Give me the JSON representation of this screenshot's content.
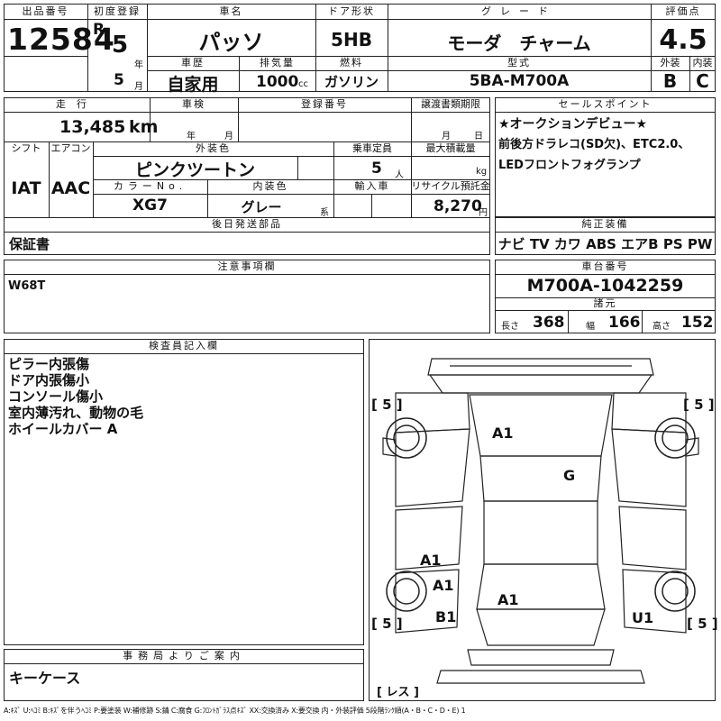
{
  "header": {
    "lot_no_label": "出品番号",
    "lot_no": "12584",
    "first_reg_label": "初度登録",
    "era": "R",
    "year": "5",
    "year_unit": "年",
    "month": "5",
    "month_unit": "月",
    "car_name_label": "車名",
    "car_name": "パッソ",
    "door_label": "ドア形状",
    "door": "5HB",
    "grade_label": "グレード",
    "grade": "モーダ　チャーム",
    "score_label": "評価点",
    "score": "4.5",
    "history_label": "車歴",
    "history": "自家用",
    "displacement_label": "排気量",
    "displacement": "1000",
    "displacement_unit": "cc",
    "fuel_label": "燃料",
    "fuel": "ガソリン",
    "model_label": "型式",
    "model": "5BA-M700A",
    "exterior_label": "外装",
    "exterior": "B",
    "interior_label": "内装",
    "interior": "C"
  },
  "row2": {
    "mileage_label": "走行",
    "mileage": "13,485",
    "mileage_unit": "km",
    "inspection_label": "車検",
    "insp_year_unit": "年",
    "insp_month_unit": "月",
    "regno_label": "登録番号",
    "transfer_label": "譲渡書類期限",
    "transfer_month_unit": "月",
    "transfer_day_unit": "日",
    "shift_label": "シフト",
    "shift": "IAT",
    "ac_label": "エアコン",
    "ac": "AAC",
    "color_label": "外装色",
    "color": "ピンクツートン",
    "seats_label": "乗車定員",
    "seats": "5",
    "seats_unit": "人",
    "maxload_label": "最大積載量",
    "maxload_unit": "kg",
    "colorno_label": "カラーNo.",
    "colorno": "XG7",
    "intcolor_label": "内装色",
    "intcolor": "グレー",
    "intcolor_unit": "系",
    "import_label": "輸入車",
    "recycle_label": "リサイクル預託金",
    "recycle": "8,270",
    "recycle_unit": "円",
    "later_label": "後日発送部品",
    "later": "保証書"
  },
  "sales": {
    "label": "セールスポイント",
    "lines": [
      "★オークションデビュー★",
      "前後方ドラレコ(SD欠)、ETC2.0、",
      "LEDフロントフォグランプ"
    ]
  },
  "equipment": {
    "label": "純正装備",
    "items": "ナビ TV カワ ABS エアB PS PW"
  },
  "notes": {
    "label": "注意事項欄",
    "text": "W68T"
  },
  "chassis": {
    "label": "車台番号",
    "number": "M700A-1042259",
    "dims_label": "諸元",
    "length_label": "長さ",
    "length": "368",
    "width_label": "幅",
    "width": "166",
    "height_label": "高さ",
    "height": "152"
  },
  "inspector": {
    "label": "検査員記入欄",
    "lines": [
      "ピラー内張傷",
      "ドア内張傷小",
      "コンソール傷小",
      "室内薄汚れ、動物の毛",
      "ホイールカバー A"
    ]
  },
  "office": {
    "label": "事務局よりご案内",
    "text": "キーケース"
  },
  "diagram": {
    "tire_fl": "[ 5 ]",
    "tire_fr": "[ 5 ]",
    "tire_rl": "[ 5 ]",
    "tire_rr": "[ 5 ]",
    "spare": "[ レス ]",
    "marks": [
      "A1",
      "G",
      "A1",
      "A1",
      "A1",
      "B1",
      "U1"
    ]
  },
  "legend": "A:ｷｽﾞ U:ﾍｺﾐ B:ｷｽﾞを伴うﾍｺﾐ P:要塗装 W:補修跡 S:錆 C:腐食 G:ﾌﾛﾝﾄｶﾞﾗｽ点ｷｽﾞ XX:交換済み X:要交換 内・外装評価 5段階ﾗﾝｸ順(A・B・C・D・E) 1"
}
